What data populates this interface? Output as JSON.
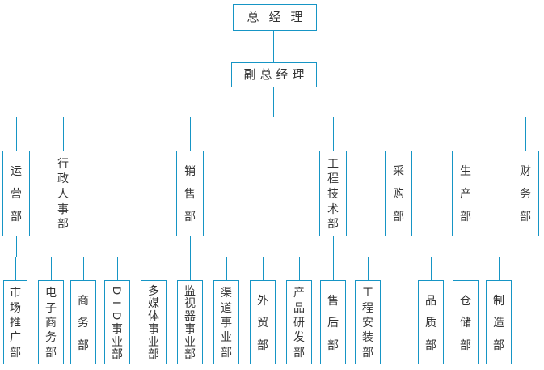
{
  "palette": {
    "line_color": "#1695c5",
    "text_color": "#333333",
    "box_background": "#ffffff"
  },
  "org_chart": {
    "type": "organization-hierarchy",
    "root": {
      "label": "总经理"
    },
    "deputy": {
      "label": "副总经理"
    },
    "departments": [
      {
        "label": "运营部",
        "children": [
          {
            "label": "市场推广部"
          },
          {
            "label": "电子商务部"
          }
        ]
      },
      {
        "label": "行政人事部",
        "children": []
      },
      {
        "label": "销售部",
        "children": [
          {
            "label": "商务部"
          },
          {
            "label": "DID事业部"
          },
          {
            "label": "多媒体事业部"
          },
          {
            "label": "监视器事业部"
          },
          {
            "label": "渠道事业部"
          },
          {
            "label": "外贸部"
          }
        ]
      },
      {
        "label": "工程技术部",
        "children": [
          {
            "label": "产品研发部"
          },
          {
            "label": "售后部"
          },
          {
            "label": "工程安装部"
          }
        ]
      },
      {
        "label": "采购部",
        "children": []
      },
      {
        "label": "生产部",
        "children": [
          {
            "label": "品质部"
          },
          {
            "label": "仓储部"
          },
          {
            "label": "制造部"
          }
        ]
      },
      {
        "label": "财务部",
        "children": []
      }
    ]
  }
}
